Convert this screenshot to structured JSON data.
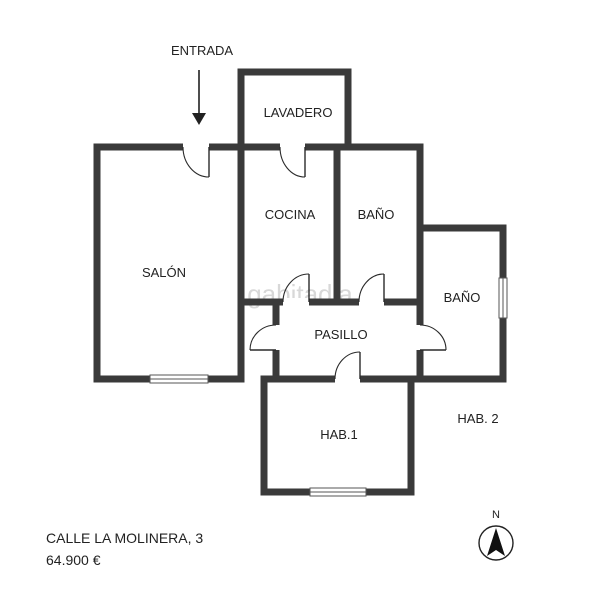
{
  "entrance_label": "ENTRADA",
  "rooms": {
    "lavadero": "LAVADERO",
    "salon": "SALÓN",
    "cocina": "COCINA",
    "bano1": "BAÑO",
    "bano2": "BAÑO",
    "pasillo": "PASILLO",
    "hab1": "HAB.1",
    "hab2": "HAB. 2"
  },
  "watermark": "gabitadia",
  "address": "CALLE LA MOLINERA, 3",
  "price": "64.900 €",
  "compass": {
    "label": "N"
  },
  "colors": {
    "wall": "#3a3a3a",
    "background": "#ffffff"
  }
}
